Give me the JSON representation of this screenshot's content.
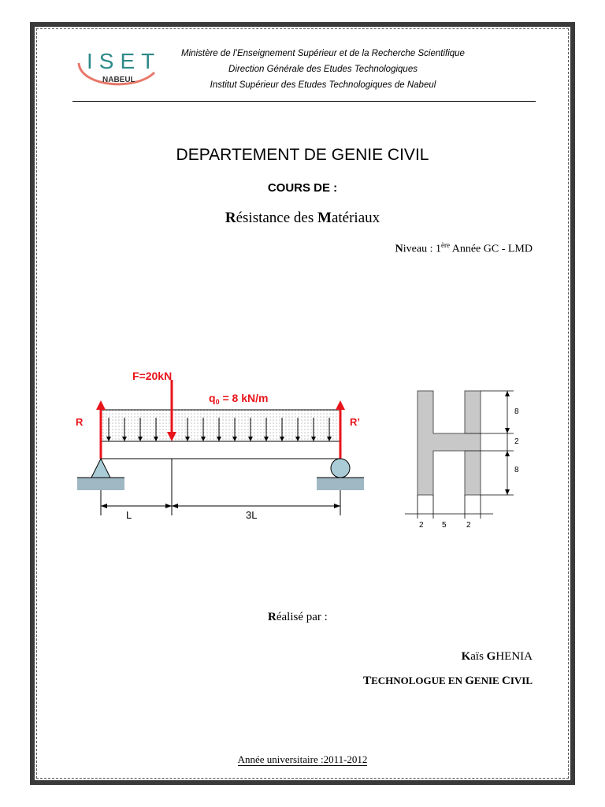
{
  "header": {
    "logo_text": "ISET",
    "logo_sub": "NABEUL",
    "line1": "Ministère de l’Enseignement Supérieur et de la Recherche Scientifique",
    "line2": "Direction  Générale des Etudes Technologiques",
    "line3": "Institut Supérieur des Etudes Technologiques de Nabeul"
  },
  "title": {
    "department": "DEPARTEMENT DE GENIE CIVIL",
    "cours_de": "COURS DE :",
    "subject_r": "R",
    "subject_mid": "ésistance des ",
    "subject_m": "M",
    "subject_end": "atériaux"
  },
  "niveau": {
    "n": "N",
    "label": "iveau : 1",
    "sup": "ère",
    "rest": " Année GC - LMD"
  },
  "figure": {
    "force_label": "F=20kN",
    "load_label_q": "q",
    "load_label_sub": "0",
    "load_label_rest": " = 8 kN/m",
    "left_reaction": "R",
    "right_reaction": "R’",
    "dim_left": "L",
    "dim_right": "3L",
    "section_dims": {
      "top": "8",
      "web": "2",
      "bottom": "8",
      "flange_left": "2",
      "gap": "5",
      "flange_right": "2"
    },
    "colors": {
      "arrow": "#e8141b",
      "section_fill": "#c8c8c8",
      "ground": "#9fb8c4",
      "support": "#a9ccd6"
    }
  },
  "footer": {
    "realise_r": "R",
    "realise_rest": "éalisé par :",
    "author_k": "K",
    "author_mid": "aïs ",
    "author_g": "G",
    "author_end": "HENIA",
    "role_t": "T",
    "role_1": "ECHNOLOGUE EN ",
    "role_g": "G",
    "role_2": "ENIE ",
    "role_c": "C",
    "role_3": "IVIL",
    "annee": "Année universitaire :2011-2012"
  }
}
